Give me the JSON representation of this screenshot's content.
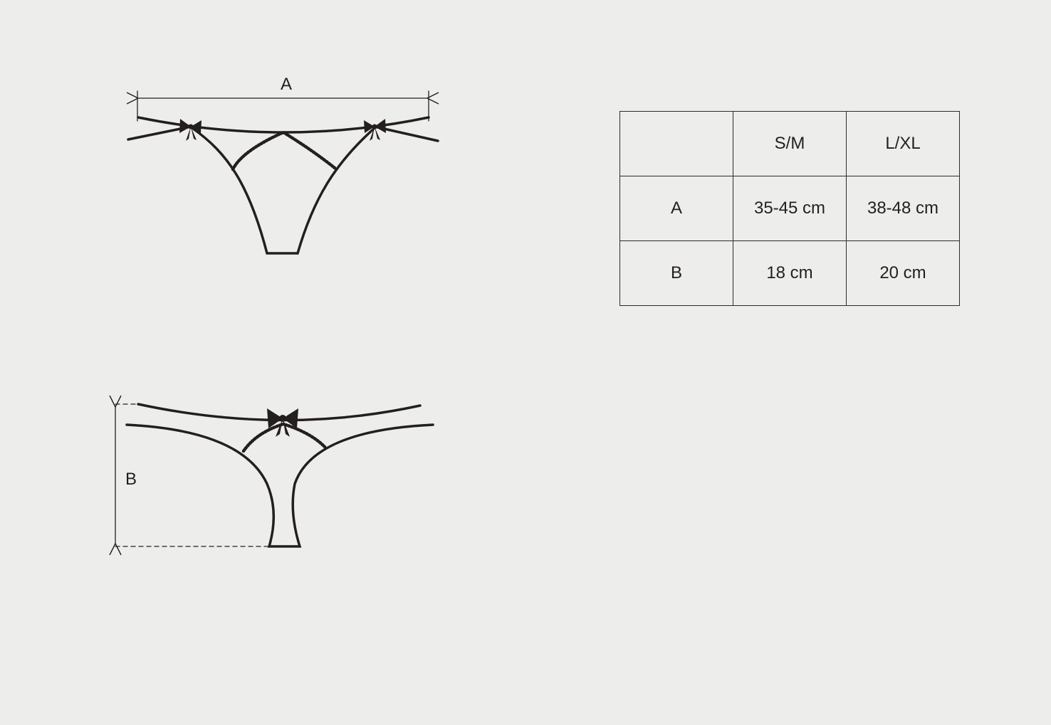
{
  "diagram": {
    "label_a": "A",
    "label_b": "B",
    "line_color": "#231f20",
    "background": "#edeeec"
  },
  "size_table": {
    "header": [
      "",
      "S/M",
      "L/XL"
    ],
    "rows": [
      {
        "label": "A",
        "values": [
          "35-45 cm",
          "38-48 cm"
        ]
      },
      {
        "label": "B",
        "values": [
          "18 cm",
          "20 cm"
        ]
      }
    ]
  }
}
